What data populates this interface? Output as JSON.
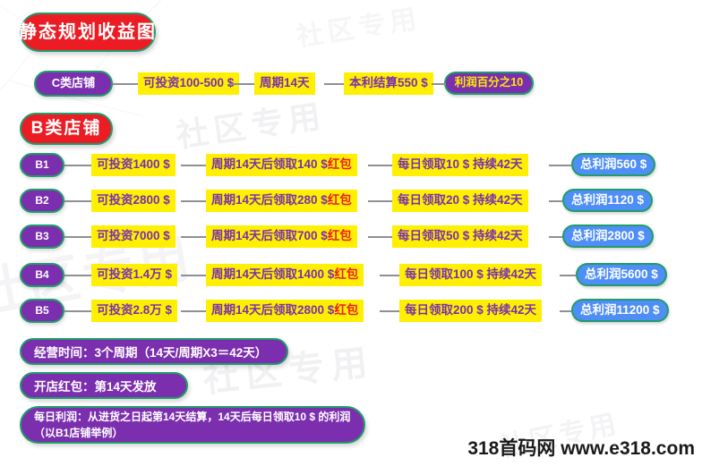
{
  "titles": {
    "main": "静态规划收益图",
    "b_section": "B类店铺"
  },
  "c_row": {
    "chip": "C类店铺",
    "invest": "可投资100-500 $",
    "cycle": "周期14天",
    "settle": "本利结算550 $",
    "profit": "利润百分之10"
  },
  "b_rows": [
    {
      "chip": "B1",
      "invest": "可投资1400 $",
      "redpack_pre": "周期14天后领取140 $ ",
      "redpack_tag": "红包",
      "daily": "每日领取10 $ 持续42天",
      "total": "总利润560 $"
    },
    {
      "chip": "B2",
      "invest": "可投资2800 $",
      "redpack_pre": "周期14天后领取280 $ ",
      "redpack_tag": "红包",
      "daily": "每日领取20 $ 持续42天",
      "total": "总利润1120 $"
    },
    {
      "chip": "B3",
      "invest": "可投资7000 $",
      "redpack_pre": "周期14天后领取700 $ ",
      "redpack_tag": "红包",
      "daily": "每日领取50 $ 持续42天",
      "total": "总利润2800 $"
    },
    {
      "chip": "B4",
      "invest": "可投资1.4万 $",
      "redpack_pre": "周期14天后领取1400 $ ",
      "redpack_tag": "红包",
      "daily": "每日领取100 $ 持续42天",
      "total": "总利润5600 $"
    },
    {
      "chip": "B5",
      "invest": "可投资2.8万 $",
      "redpack_pre": "周期14天后领取2800 $ ",
      "redpack_tag": "红包",
      "daily": "每日领取200 $ 持续42天",
      "total": "总利润11200 $"
    }
  ],
  "notes": {
    "operating": "经营时间：3个周期（14天/周期X3＝42天）",
    "redpacket": "开店红包：第14天发放",
    "daily_profit_line1": "每日利润：从进货之日起第14天结算，14天后每日领取10 $ 的利润",
    "daily_profit_line2": "（以B1店铺举例）"
  },
  "watermarks": {
    "bg1": "社区专用",
    "bg2": "社区专用",
    "bg3": "社区专用",
    "bg4": "社区专用",
    "bg5": "社区专用",
    "footer": "318首码网 www.e318.com"
  },
  "colors": {
    "red": "#ec1c24",
    "purple": "#7b2fae",
    "yellow": "#ffef00",
    "blue": "#4f8ef7",
    "green_border": "#1f9d6a"
  }
}
